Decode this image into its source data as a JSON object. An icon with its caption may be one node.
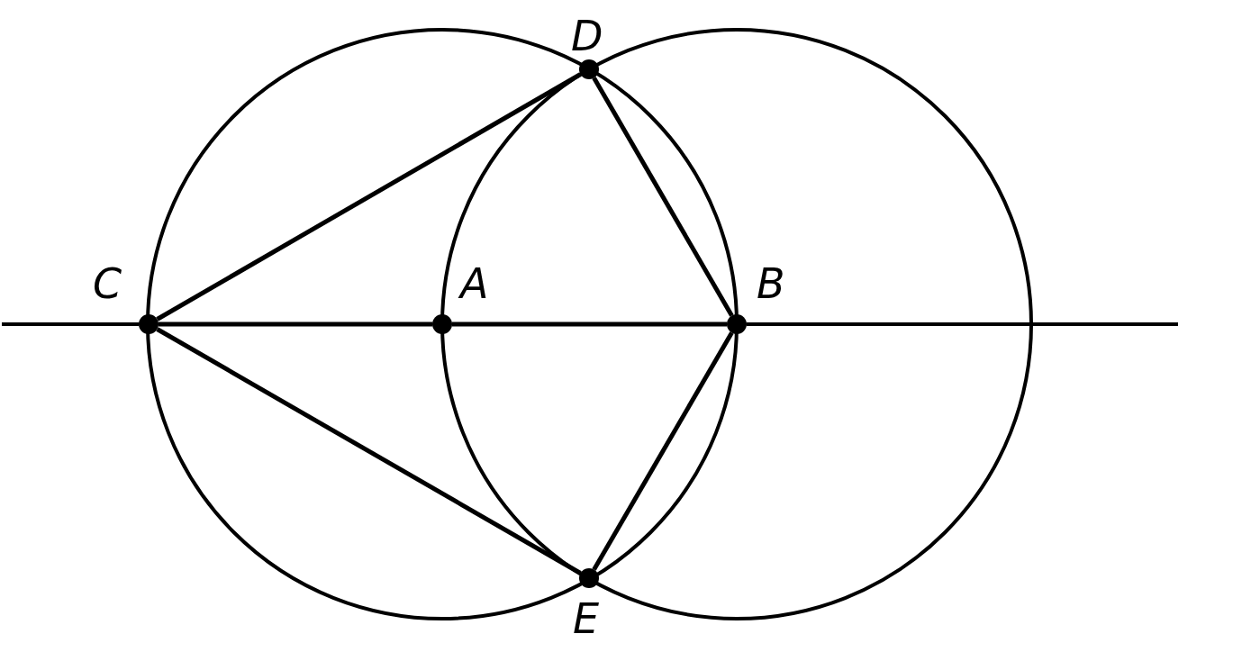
{
  "diagram": {
    "nodes": [
      {
        "text": [
          "D"
        ]
      },
      {
        "text": [
          "C"
        ]
      },
      {
        "text": [
          "A"
        ]
      },
      {
        "text": [
          "B"
        ]
      },
      {
        "text": [
          "E"
        ]
      }
    ],
    "edges": [
      {
        "from": 1,
        "to": 0,
        "arrow": "none"
      },
      {
        "from": 0,
        "to": 3,
        "arrow": "none"
      },
      {
        "from": 1,
        "to": 2,
        "arrow": "none"
      },
      {
        "from": 2,
        "to": 3,
        "arrow": "none"
      },
      {
        "from": 1,
        "to": 4,
        "arrow": "none"
      },
      {
        "from": 4,
        "to": 3,
        "arrow": "none"
      }
    ]
  }
}
